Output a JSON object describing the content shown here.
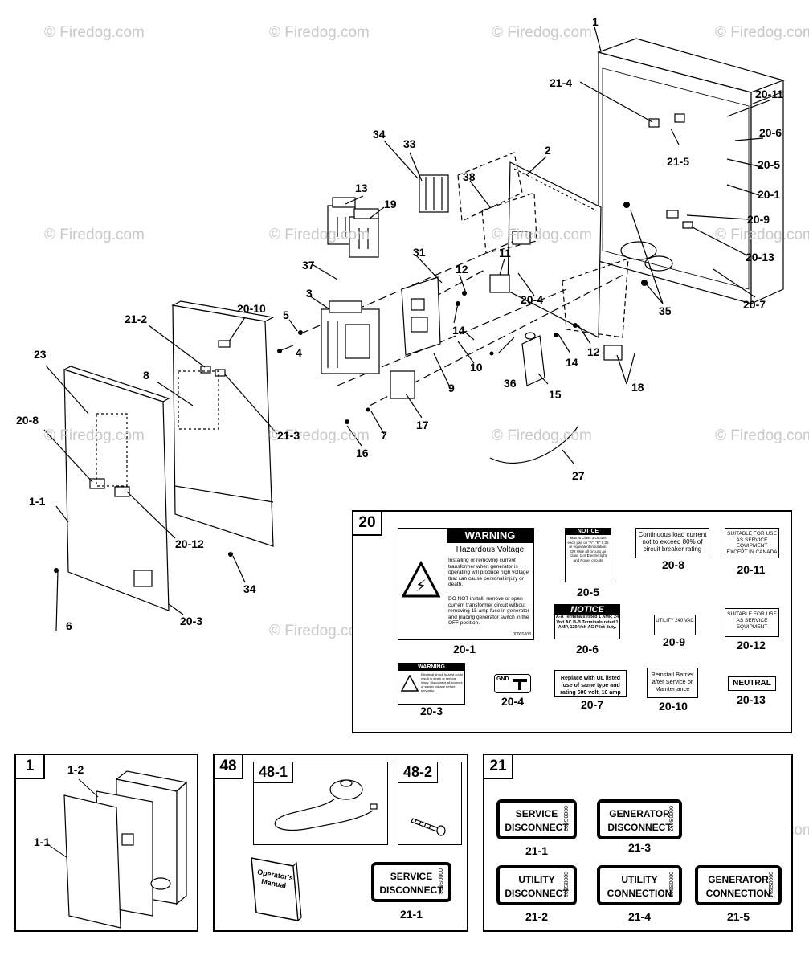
{
  "watermark": "© Firedog.com",
  "callouts": {
    "c1": "1",
    "c2": "2",
    "c3": "3",
    "c4": "4",
    "c5": "5",
    "c6": "6",
    "c7": "7",
    "c8": "8",
    "c9": "9",
    "c10": "10",
    "c11": "11",
    "c12a": "12",
    "c12b": "12",
    "c13": "13",
    "c14a": "14",
    "c14b": "14",
    "c15": "15",
    "c16": "16",
    "c17": "17",
    "c18": "18",
    "c19": "19",
    "c23": "23",
    "c27": "27",
    "c31": "31",
    "c33": "33",
    "c34a": "34",
    "c34b": "34",
    "c35": "35",
    "c36": "36",
    "c37": "37",
    "c38": "38",
    "c1_1": "1-1",
    "c20_1": "20-1",
    "c20_3": "20-3",
    "c20_4": "20-4",
    "c20_5": "20-5",
    "c20_6": "20-6",
    "c20_7": "20-7",
    "c20_8": "20-8",
    "c20_9": "20-9",
    "c20_10": "20-10",
    "c20_11": "20-11",
    "c20_12": "20-12",
    "c20_13": "20-13",
    "c21_2": "21-2",
    "c21_3": "21-3",
    "c21_4": "21-4",
    "c21_5": "21-5"
  },
  "panel20": {
    "number": "20",
    "l1": {
      "heading": "WARNING",
      "title": "Hazardous Voltage",
      "body1": "Installing or removing current transformer when generator is operating will produce high voltage that can cause personal injury or death.",
      "body2": "DO NOT install, remove or open current transformer circuit without removing 15 amp fuse in generator and placing generator switch in the OFF position.",
      "code": "0000S603",
      "caption": "20-1"
    },
    "l3": {
      "heading": "WARNING",
      "body": "Electrical shock hazard could result in death or serious injury. Disconnect all sources of supply voltage before servicing.",
      "caption": "20-3"
    },
    "l4": {
      "text": "GND",
      "caption": "20-4"
    },
    "l5": {
      "heading": "NOTICE",
      "body": "Max at Class 3 circuits each pair on \"A\", \"B\" 0.36 or equivalent insulation. OR Wire all circuits as Class 1 or Electric light and Power circuits",
      "caption": "20-5"
    },
    "l6": {
      "heading": "NOTICE",
      "body": "A-A Terminals rated 1 AMP, 24 Volt AC B-B Terminals rated 1 AMP, 120 Volt AC Pilot duty.",
      "caption": "20-6"
    },
    "l7": {
      "text": "Replace with UL listed fuse of same type and rating 600 volt, 10 amp",
      "caption": "20-7"
    },
    "l8": {
      "text": "Continuous load current not to exceed 80% of circuit breaker rating",
      "caption": "20-8"
    },
    "l9": {
      "text": "UTILITY 240 VAC",
      "caption": "20-9"
    },
    "l10": {
      "text": "Reinstall Barrier after Service or Maintenance",
      "caption": "20-10"
    },
    "l11": {
      "text": "SUITABLE FOR USE AS SERVICE EQUIPMENT EXCEPT IN CANADA",
      "caption": "20-11"
    },
    "l12": {
      "text": "SUITABLE FOR USE AS SERVICE EQUIPMENT",
      "caption": "20-12"
    },
    "l13": {
      "text": "NEUTRAL",
      "caption": "20-13"
    }
  },
  "panel1": {
    "number": "1",
    "c1_2": "1-2",
    "c1_1": "1-1"
  },
  "panel48": {
    "number": "48",
    "sub1": "48-1",
    "sub2": "48-2",
    "manual_line1": "Operator's",
    "manual_line2": "Manual",
    "sticker_line1": "SERVICE",
    "sticker_line2": "DISCONNECT",
    "sticker_code": "0000S693",
    "caption": "21-1"
  },
  "panel21": {
    "number": "21",
    "s1": {
      "line1": "SERVICE",
      "line2": "DISCONNECT",
      "code": "0000S693",
      "caption": "21-1"
    },
    "s3": {
      "line1": "GENERATOR",
      "line2": "DISCONNECT",
      "code": "0000S692",
      "caption": "21-3"
    },
    "s2": {
      "line1": "UTILITY",
      "line2": "DISCONNECT",
      "code": "0000S691",
      "caption": "21-2"
    },
    "s4": {
      "line1": "UTILITY",
      "line2": "CONNECTION",
      "code": "0000S693",
      "caption": "21-4"
    },
    "s5": {
      "line1": "GENERATOR",
      "line2": "CONNECTION",
      "code": "0000S694",
      "caption": "21-5"
    }
  }
}
